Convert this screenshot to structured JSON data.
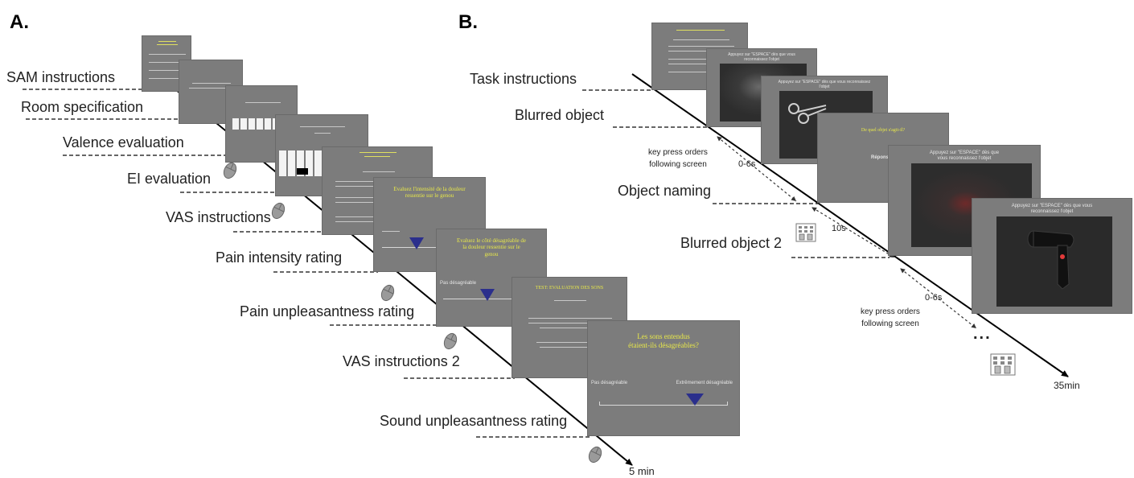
{
  "panel_a": {
    "letter": "A.",
    "labels": {
      "sam_instructions": "SAM instructions",
      "room_specification": "Room specification",
      "valence_evaluation": "Valence evaluation",
      "ei_evaluation": "EI evaluation",
      "vas_instructions": "VAS instructions",
      "pain_intensity_rating": "Pain intensity rating",
      "pain_unpleasantness_rating": "Pain unpleasantness rating",
      "vas_instructions_2": "VAS instructions 2",
      "sound_unpleasantness_rating": "Sound unpleasantness rating"
    },
    "end_time": "5 min",
    "screens": {
      "pain_intensity_title": "Evaluez l'intensité de la douleur ressentie sur le genou",
      "pain_unpleasantness_title": "Evaluez le côté désagréable de la douleur ressentie sur le genou",
      "pain_unpleasantness_left": "Pas désagréable",
      "vas2_title": "TEST: EVALUATION DES SONS",
      "sound_title": "Les sons entendus étaient-ils désagréables?",
      "sound_left": "Pas désagréable",
      "sound_right": "Extrêmement désagréable"
    }
  },
  "panel_b": {
    "letter": "B.",
    "labels": {
      "task_instructions": "Task instructions",
      "blurred_object": "Blurred object",
      "object_naming": "Object naming",
      "blurred_object_2": "Blurred object 2"
    },
    "notes": {
      "key_press_1": "key press orders\nfollowing screen",
      "key_press_2": "key press orders\nfollowing screen",
      "delay_1": "0-6s",
      "delay_2": "10s",
      "delay_3": "0-6s"
    },
    "ellipsis": "...",
    "end_time": "35min",
    "screens": {
      "press_prompt": "Appuyez sur \"ESPACE\" dès que vous reconnaissez l'objet",
      "naming_title": "De quel objet s'agit-il?",
      "naming_answer": "Réponse : ciseaux"
    }
  }
}
